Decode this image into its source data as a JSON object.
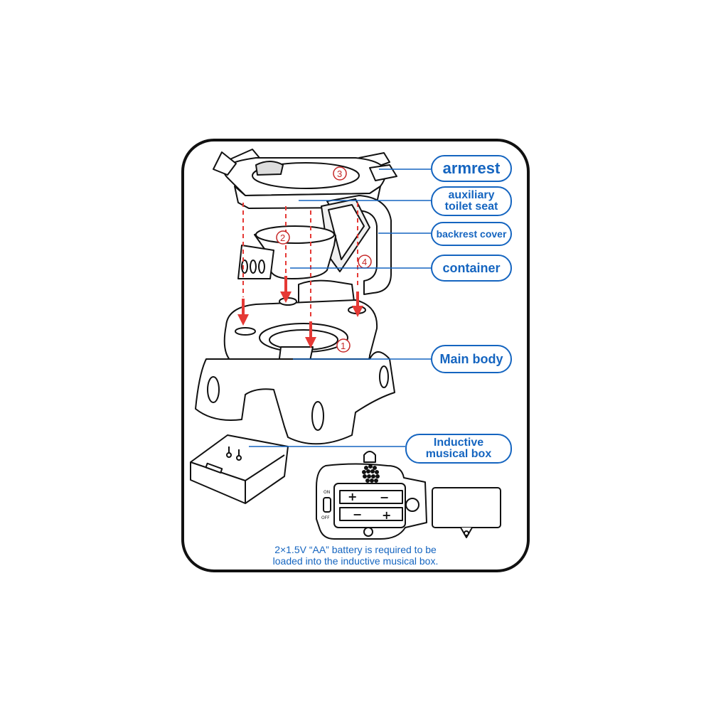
{
  "callouts": {
    "armrest": "armrest",
    "aux_line1": "auxiliary",
    "aux_line2": "toilet seat",
    "backrest_cover": "backrest cover",
    "container": "container",
    "main_body": "Main body",
    "musical_line1": "Inductive",
    "musical_line2": "musical box"
  },
  "step_numbers": [
    "1",
    "2",
    "3",
    "4"
  ],
  "switch_labels": {
    "on": "ON",
    "off": "OFF"
  },
  "battery_symbols": {
    "plus": "+",
    "minus": "−"
  },
  "caption": {
    "line1": "2×1.5V “AA” battery is required to be",
    "line2": "loaded into the inductive musical box."
  },
  "colors": {
    "label_blue": "#1565c0",
    "arrow_red": "#e53935",
    "outline": "#111111"
  }
}
